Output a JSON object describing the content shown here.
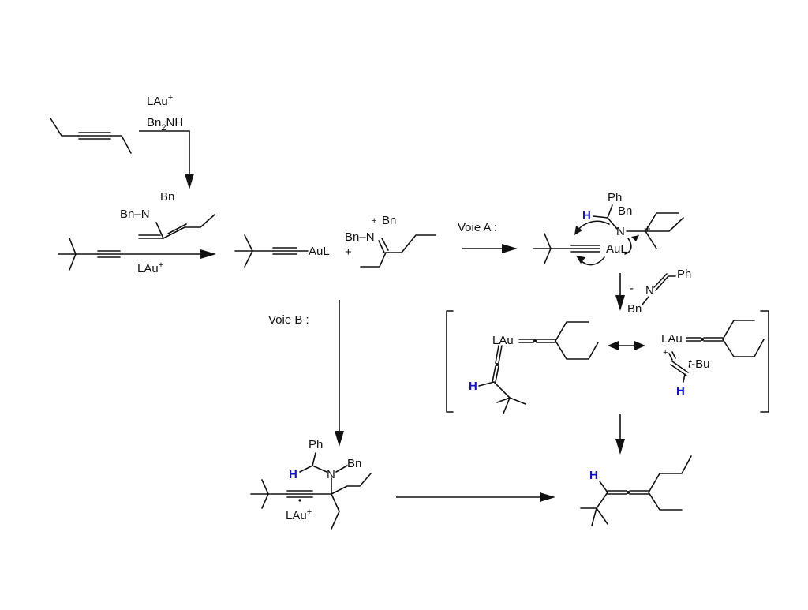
{
  "reagents": {
    "lau_plus": "LAu",
    "lau_plus_charge": "+",
    "amine_bn": "Bn",
    "amine_sub": "2",
    "amine_nh": "NH"
  },
  "labels": {
    "bn": "Bn",
    "bn_n": "Bn–N",
    "n": "N",
    "ph": "Ph",
    "aul": "AuL",
    "lau": "LAu",
    "h": "H",
    "plus": "+",
    "minus": "-",
    "tbu_t": "t",
    "tbu_rest": "-Bu"
  },
  "pathways": {
    "voie_a": "Voie A :",
    "voie_b": "Voie B :"
  }
}
